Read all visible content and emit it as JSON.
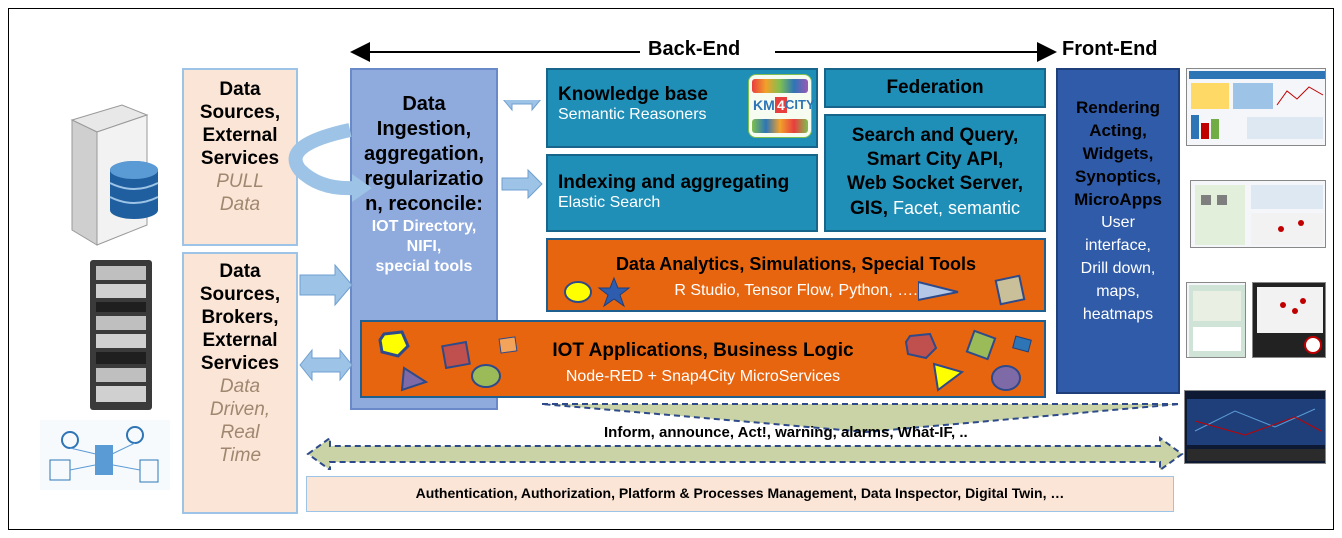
{
  "header": {
    "backend": "Back-End",
    "frontend": "Front-End"
  },
  "sources_pull": {
    "lines": [
      "Data",
      "Sources,",
      "External",
      "Services"
    ],
    "italic": [
      "PULL",
      "Data"
    ]
  },
  "sources_push": {
    "lines": [
      "Data",
      "Sources,",
      "Brokers,",
      "External",
      "Services"
    ],
    "italic": [
      "Data",
      "Driven,",
      "Real",
      "Time"
    ]
  },
  "ingestion": {
    "lines": [
      "Data",
      "Ingestion,",
      "aggregation,",
      "regularizatio",
      "n, reconcile:"
    ],
    "white": [
      "IOT Directory,",
      "NIFI,",
      "special tools"
    ]
  },
  "knowledge": {
    "title": "Knowledge base",
    "sub": "Semantic Reasoners",
    "logo_top": "KM",
    "logo_num": "4",
    "logo_city": "CITY"
  },
  "federation": {
    "title": "Federation"
  },
  "indexing": {
    "title": "Indexing and aggregating",
    "sub": "Elastic Search"
  },
  "search": {
    "lines": [
      "Search and Query,",
      "Smart City API,",
      "Web Socket Server,"
    ],
    "last_bold": "GIS,",
    "last_white": " Facet, semantic"
  },
  "analytics": {
    "title": "Data Analytics, Simulations, Special Tools",
    "sub": "R Studio, Tensor Flow, Python, …."
  },
  "iot": {
    "title": "IOT Applications, Business Logic",
    "sub": "Node-RED + Snap4City MicroServices"
  },
  "frontend_box": {
    "bold": [
      "Rendering",
      "Acting,",
      "Widgets,",
      "Synoptics,",
      "MicroApps"
    ],
    "normal": [
      "User",
      "interface,",
      "Drill down,",
      "maps,",
      "heatmaps"
    ]
  },
  "inform": "Inform, announce, Act!, warning, alarms, What-IF, ..",
  "bottom": "Authentication, Authorization, Platform & Processes Management, Data Inspector, Digital Twin, …",
  "colors": {
    "peach": "#fbe5d6",
    "ingest_blue": "#8faadc",
    "teal": "#1f8fb8",
    "orange": "#e8650f",
    "front_blue": "#2f5ba8",
    "arrow_blue": "#9dc3e6",
    "olive": "#c9d3a6"
  },
  "icons": [
    "server-database-icon",
    "server-rack-icon",
    "iot-network-icon",
    "dashboard-thumbnails"
  ]
}
